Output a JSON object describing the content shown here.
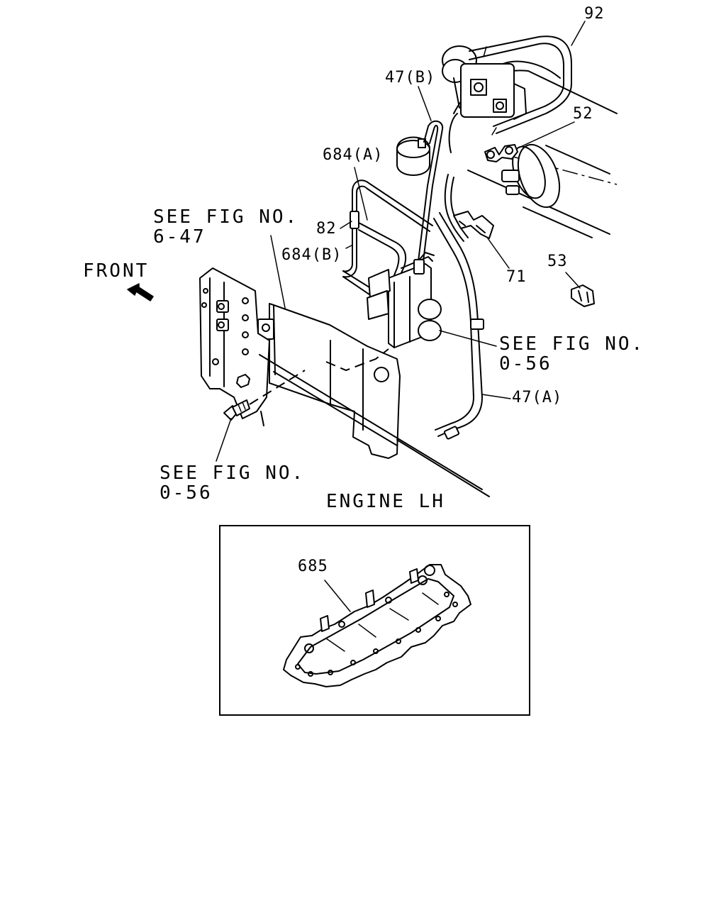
{
  "labels": {
    "part_92": "92",
    "part_47b": "47(B)",
    "part_52": "52",
    "part_684a": "684(A)",
    "part_82": "82",
    "part_684b": "684(B)",
    "part_71": "71",
    "part_53": "53",
    "part_47a": "47(A)",
    "part_685": "685",
    "see_fig_647_line1": "SEE FIG NO.",
    "see_fig_647_line2": "6-47",
    "see_fig_056_right_line1": "SEE FIG NO.",
    "see_fig_056_right_line2": "0-56",
    "see_fig_056_left_line1": "SEE FIG NO.",
    "see_fig_056_left_line2": "0-56",
    "front": "FRONT",
    "engine_side": "ENGINE LH"
  }
}
